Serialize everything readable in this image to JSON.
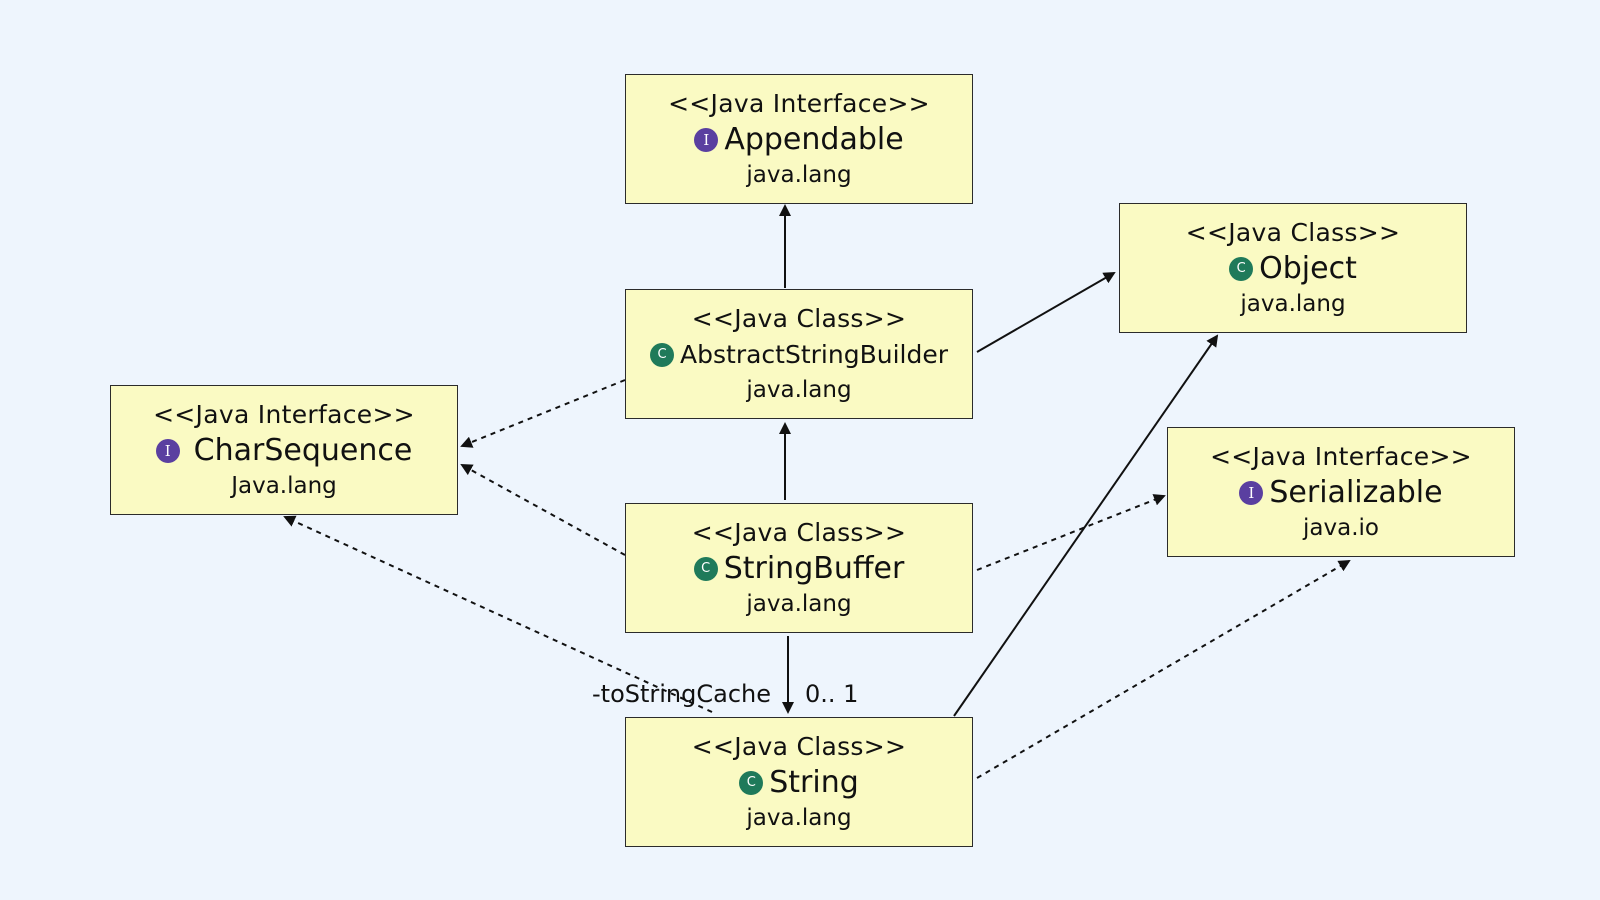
{
  "nodes": {
    "appendable": {
      "stereotype": "<<Java Interface>>",
      "kind": "interface",
      "badge": "I",
      "name": "Appendable",
      "package": "java.lang"
    },
    "object": {
      "stereotype": "<<Java Class>>",
      "kind": "class",
      "badge": "C",
      "name": "Object",
      "package": "java.lang"
    },
    "asb": {
      "stereotype": "<<Java Class>>",
      "kind": "class",
      "badge": "C",
      "name": "AbstractStringBuilder",
      "package": "java.lang"
    },
    "charsequence": {
      "stereotype": "<<Java Interface>>",
      "kind": "interface",
      "badge": "I",
      "name": "CharSequence",
      "package": "Java.lang"
    },
    "serializable": {
      "stereotype": "<<Java Interface>>",
      "kind": "interface",
      "badge": "I",
      "name": "Serializable",
      "package": "java.io"
    },
    "stringbuffer": {
      "stereotype": "<<Java Class>>",
      "kind": "class",
      "badge": "C",
      "name": "StringBuffer",
      "package": "java.lang"
    },
    "string": {
      "stereotype": "<<Java Class>>",
      "kind": "class",
      "badge": "C",
      "name": "String",
      "package": "java.lang"
    }
  },
  "association": {
    "role": "-toStringCache",
    "multiplicity": "0.. 1"
  },
  "colors": {
    "background": "#eef5fd",
    "node_fill": "#fafac3",
    "interface_badge": "#5a3fa0",
    "class_badge": "#1f7a5a",
    "line": "#111111"
  }
}
